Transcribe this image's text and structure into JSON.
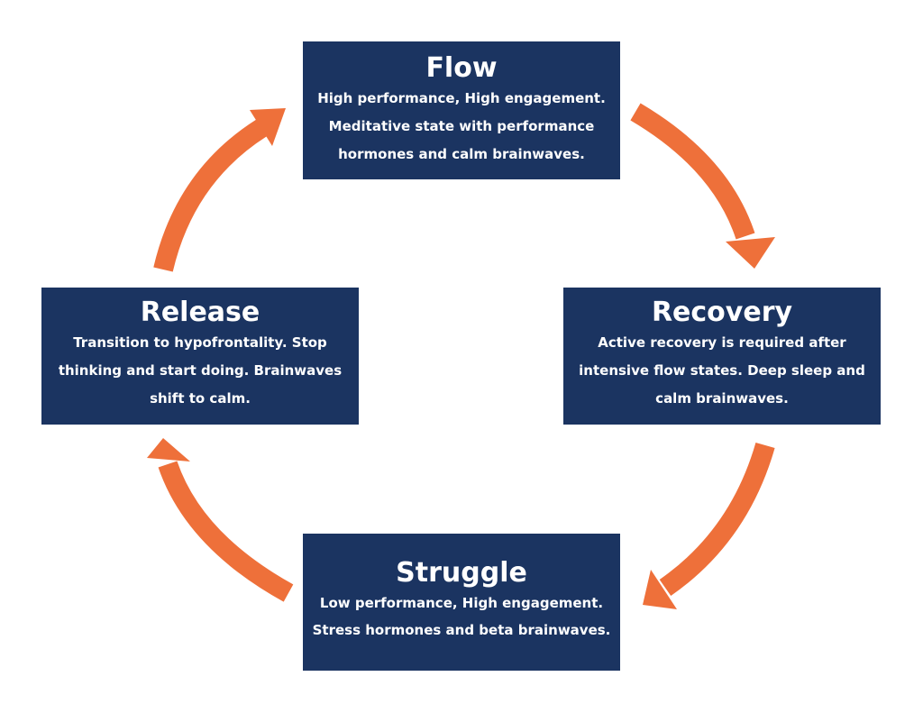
{
  "colors": {
    "box_fill": "#1b3461",
    "text": "#ffffff",
    "arrow": "#ee703a",
    "background": "#ffffff"
  },
  "cycle": {
    "flow": {
      "title": "Flow",
      "lines": [
        "High performance, High engagement.",
        "Meditative state with performance",
        "hormones and calm brainwaves."
      ]
    },
    "recovery": {
      "title": "Recovery",
      "lines": [
        "Active recovery is required after",
        "intensive flow states. Deep sleep and",
        "calm brainwaves."
      ]
    },
    "struggle": {
      "title": "Struggle",
      "lines": [
        "Low performance, High engagement.",
        "Stress hormones and beta brainwaves."
      ]
    },
    "release": {
      "title": "Release",
      "lines": [
        "Transition to hypofrontality. Stop",
        "thinking and start doing. Brainwaves",
        "shift to calm."
      ]
    }
  },
  "arrows": [
    {
      "from": "flow",
      "to": "recovery",
      "icon": "curved-arrow-right-down"
    },
    {
      "from": "recovery",
      "to": "struggle",
      "icon": "curved-arrow-down-left"
    },
    {
      "from": "struggle",
      "to": "release",
      "icon": "curved-arrow-left-up"
    },
    {
      "from": "release",
      "to": "flow",
      "icon": "curved-arrow-up-right"
    }
  ]
}
